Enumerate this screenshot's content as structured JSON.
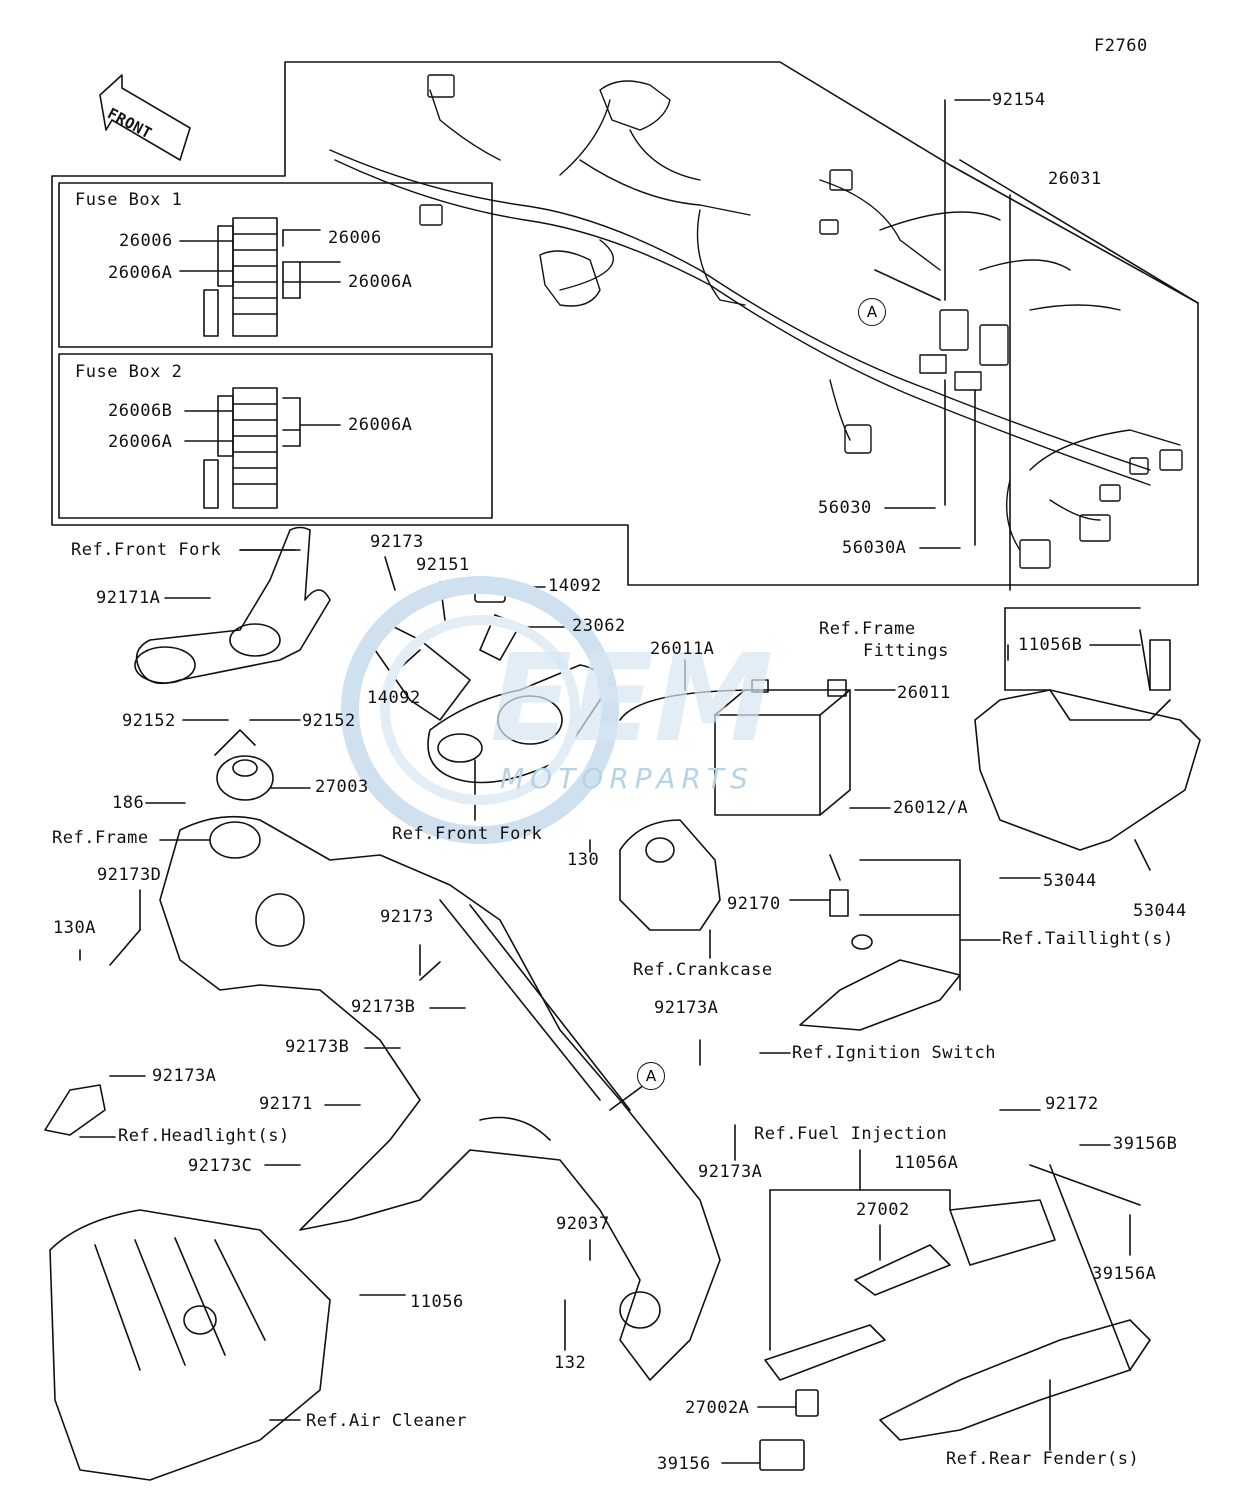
{
  "figure_code": "F2760",
  "front_arrow": "FRONT",
  "callout": "A",
  "fuse_box_1": {
    "title": "Fuse Box 1",
    "labels": [
      "26006",
      "26006A",
      "26006",
      "26006A"
    ]
  },
  "fuse_box_2": {
    "title": "Fuse Box 2",
    "labels": [
      "26006B",
      "26006A",
      "26006A"
    ]
  },
  "parts": {
    "p92154": "92154",
    "p26031": "26031",
    "p56030": "56030",
    "p56030A": "56030A",
    "p92173_top": "92173",
    "p92151": "92151",
    "p14092_top": "14092",
    "p23062": "23062",
    "p14092_left": "14092",
    "p26011A": "26011A",
    "p26011": "26011",
    "p11056B": "11056B",
    "p92171A": "92171A",
    "p92152_left": "92152",
    "p92152_right": "92152",
    "p186": "186",
    "p27003": "27003",
    "p26012A": "26012/A",
    "p130": "130",
    "p53044_mid": "53044",
    "p53044_right": "53044",
    "p92173D": "92173D",
    "p130A": "130A",
    "p92173_mid": "92173",
    "p92170": "92170",
    "p92173B_1": "92173B",
    "p92173B_2": "92173B",
    "p92173A_mid": "92173A",
    "p92173A_left": "92173A",
    "p92171": "92171",
    "p92173C": "92173C",
    "p92173A_low": "92173A",
    "p92172": "92172",
    "p39156B": "39156B",
    "p11056A": "11056A",
    "p27002": "27002",
    "p39156A": "39156A",
    "p92037": "92037",
    "p11056": "11056",
    "p132": "132",
    "p27002A": "27002A",
    "p39156": "39156"
  },
  "refs": {
    "front_fork_top": "Ref.Front Fork",
    "frame_fittings_1": "Ref.Frame",
    "frame_fittings_2": "Fittings",
    "front_fork_mid": "Ref.Front Fork",
    "frame": "Ref.Frame",
    "crankcase": "Ref.Crankcase",
    "taillight": "Ref.Taillight(s)",
    "ignition_switch": "Ref.Ignition Switch",
    "headlight": "Ref.Headlight(s)",
    "fuel_injection": "Ref.Fuel Injection",
    "air_cleaner": "Ref.Air Cleaner",
    "rear_fender": "Ref.Rear Fender(s)"
  },
  "watermark": "MOTORPARTS",
  "colors": {
    "line": "#111111",
    "watermark": "#9cc4e4"
  }
}
